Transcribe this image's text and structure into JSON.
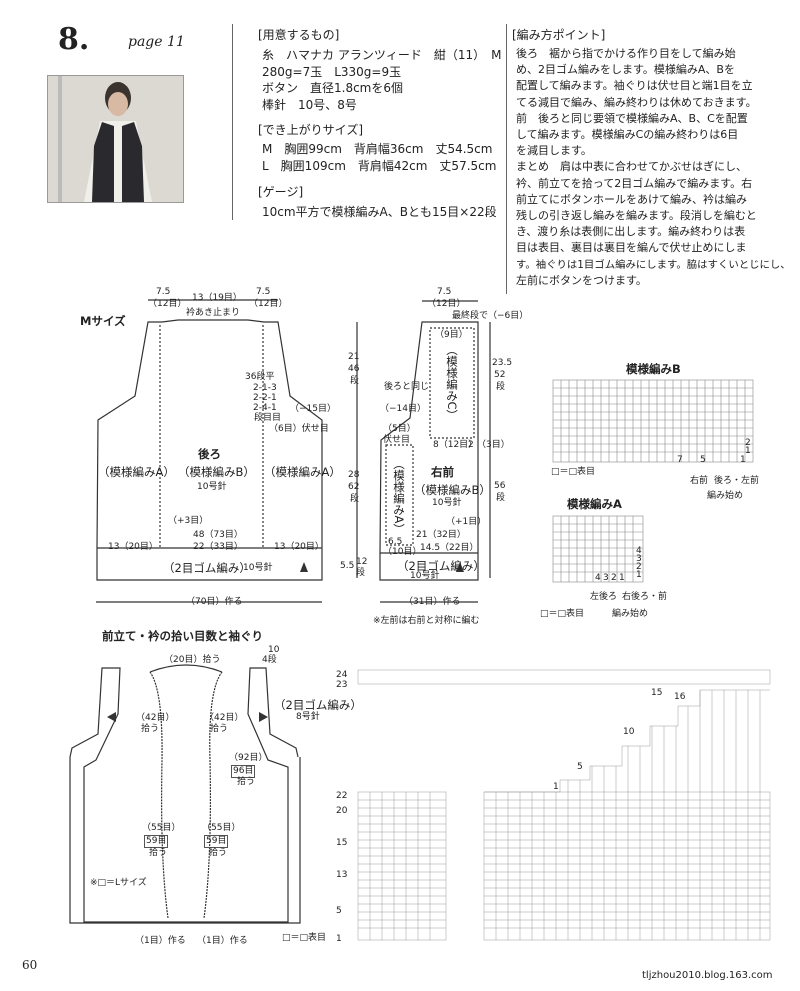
{
  "header": {
    "number": "8.",
    "page_ref": "page 11"
  },
  "materials": {
    "title": "[用意するもの]",
    "lines": [
      "糸　ハマナカ アランツィード　紺（11）　M",
      "280g=7玉　L330g=9玉",
      "ボタン　直径1.8cmを6個",
      "棒針　10号、8号"
    ]
  },
  "size": {
    "title": "[でき上がりサイズ]",
    "lines": [
      "M　胸囲99cm　背肩幅36cm　丈54.5cm",
      "L　胸囲109cm　背肩幅42cm　丈57.5cm"
    ]
  },
  "gauge": {
    "title": "[ゲージ]",
    "line": "10cm平方で模様編みA、Bとも15目×22段"
  },
  "points": {
    "title": "[編み方ポイント]",
    "lines": [
      "後ろ　裾から指でかける作り目をして編み始",
      "め、2目ゴム編みをします。模様編みA、Bを",
      "配置して編みます。袖ぐりは伏せ目と端1目を立",
      "てる減目で編み、編み終わりは休めておきます。",
      "前　後ろと同じ要領で模様編みA、B、Cを配置",
      "して編みます。模様編みCの編み終わりは6目",
      "を減目します。",
      "まとめ　肩は中表に合わせてかぶせはぎにし、",
      "衿、前立てを拾って2目ゴム編みで編みます。右",
      "前立てにボタンホールをあけて編み、衿は編み",
      "残しの引き返し編みを編みます。段消しを編むと",
      "き、渡り糸は表側に出します。編み終わりは表",
      "目は表目、裏目は裏目を編んで伏せ止めにしま",
      "す。袖ぐりは1目ゴム編みにします。脇はすくいとじにし、",
      "左前にボタンをつけます。"
    ]
  },
  "diagram": {
    "size_label": "Mサイズ",
    "back": {
      "top_7_5_l": "7.5",
      "top_12_l": "（12目）",
      "top_13": "13（19目）",
      "top_7_5_r": "7.5",
      "top_12_r": "（12目）",
      "neck": "衿あき止まり",
      "dec_1": "36段平",
      "dec_2": "2-1-3",
      "dec_3": "2-2-1",
      "dec_4": "2-4-1",
      "dec_5": "段目目",
      "dec_15": "（−15目）",
      "dec_6": "（6目）伏せ目",
      "title": "後ろ",
      "patA_l": "（模様編みA）",
      "patB": "（模様編みB）",
      "patA_r": "（模様編みA）",
      "needle": "10号針",
      "inc": "（+3目）",
      "count1": "48（73目）",
      "count2": "22（33目）",
      "side_l": "13（20目）",
      "side_r": "13（20目）",
      "rib": "（2目ゴム編み）",
      "rib_needle": "10号針",
      "width": "（70目）作る",
      "h21": "21",
      "h46": "46",
      "h_dan1": "段",
      "h28": "28",
      "h62": "62",
      "h_dan2": "段",
      "h55": "5.5",
      "h12": "12",
      "h_dan3": "段"
    },
    "front": {
      "top_7_5": "7.5",
      "top_12": "（12目）",
      "end_row": "最終段で（−6目）",
      "n9": "（9目）",
      "patC": "（模様編みC）",
      "same": "後ろと同じ",
      "m14": "（−14目）",
      "n5": "（5目）",
      "bo": "伏せ目",
      "n8": "8（12目）",
      "n2": "2",
      "n3": "（3目）",
      "title": "右前",
      "patB": "（模様編みB）",
      "needle": "10号針",
      "patA": "（模様編みA）",
      "inc": "（+1目）",
      "c21": "21（32目）",
      "c65": "6.5",
      "c10": "（10目）",
      "c145": "14.5（22目）",
      "rib": "（2目ゴム編み）",
      "rib_needle": "10号針",
      "width": "（31目）作る",
      "note": "※左前は右前と対称に編む",
      "h235": "23.5",
      "h52": "52",
      "h_dan1": "段",
      "h56": "56",
      "h_dan2": "段"
    },
    "chartB": {
      "title": "模様編みB",
      "legend": "□＝□表目",
      "r_front": "右前",
      "lr": "後ろ・左前",
      "start": "編み始め",
      "nums": [
        "2",
        "1"
      ],
      "cols": [
        "7",
        "5",
        "1"
      ]
    },
    "chartA": {
      "title": "模様編みA",
      "legend": "□＝□表目",
      "lb": "左後ろ",
      "rf": "右後ろ・前",
      "start": "編み始め",
      "nums": [
        "4",
        "3",
        "2",
        "1"
      ],
      "cols": [
        "4",
        "3",
        "2",
        "1"
      ]
    },
    "pickup": {
      "title": "前立て・衿の拾い目数と袖ぐり",
      "n20": "（20目）拾う",
      "n10": "10",
      "n4": "4段",
      "rib": "（2目ゴム編み）",
      "rib_needle": "8号針",
      "n42l": "（42目）",
      "pick_l": "拾う",
      "n42r": "（42目）",
      "pick_r": "拾う",
      "n92": "（92目）",
      "n96": "96目",
      "pick_a": "拾う",
      "n55l": "（55目）",
      "n59l": "59目",
      "pick_l2": "拾う",
      "n55r": "（55目）",
      "n59r": "59目",
      "pick_r2": "拾う",
      "lnote": "※□＝Lサイズ",
      "make_l": "（1目）作る",
      "make_r": "（1目）作る"
    },
    "bigchart": {
      "legend": "□＝□表目",
      "rows": [
        "24",
        "23",
        "22",
        "20",
        "15",
        "13",
        "5",
        "1"
      ],
      "marks": [
        "1",
        "5",
        "10",
        "15",
        "16"
      ]
    }
  },
  "footer": {
    "page": "60",
    "site": "tljzhou2010.blog.163.com"
  }
}
